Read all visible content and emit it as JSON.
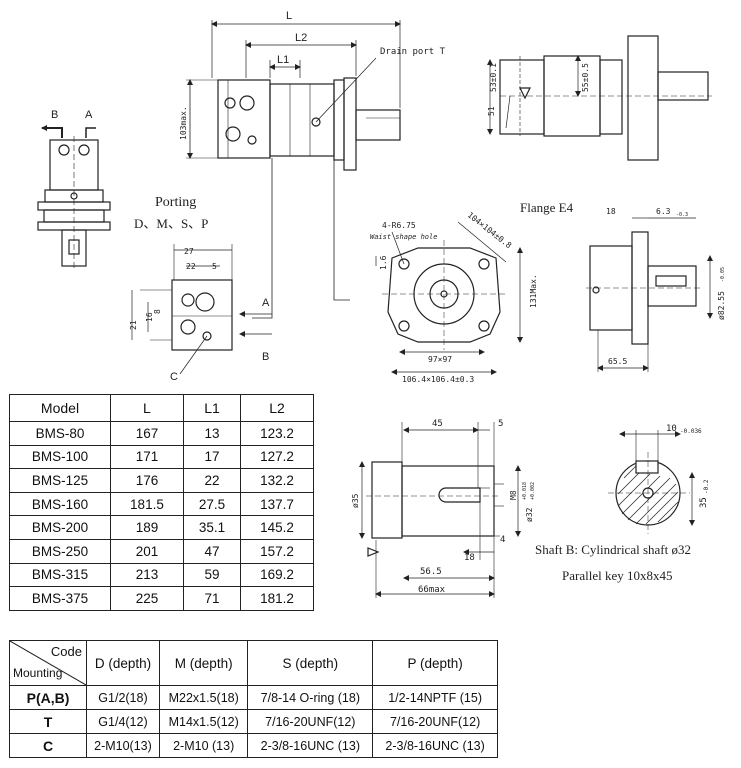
{
  "views": {
    "main": {
      "L": "L",
      "L1": "L1",
      "L2": "L2",
      "drain": "Drain port T",
      "dim103": "103max."
    },
    "side": {
      "dim51": "51",
      "dim53": "53±0.1",
      "dim55": "55±0.5"
    },
    "rotation": {
      "B": "B",
      "A": "A"
    },
    "porting": {
      "title": "Porting",
      "codes": "D、M、S、P",
      "d27": "27",
      "d22": "22",
      "d5": "5",
      "d21": "21",
      "d16": "16",
      "d8": "8",
      "A": "A",
      "B": "B",
      "C": "C"
    },
    "flange_front": {
      "holes": "4-R6.75",
      "holes_sub": "Waist shape hole",
      "d104": "104×104±0.8",
      "d16": "1.6",
      "d131": "131Max.",
      "d97": "97×97",
      "d106": "106.4×106.4±0.3"
    },
    "flange_side": {
      "title": "Flange  E4",
      "d18": "18",
      "d63": "6.3",
      "d63tol": "-0.3",
      "d8255": "ø82.55",
      "d8255tol": "-0.05",
      "d655": "65.5"
    },
    "shaft": {
      "d45": "45",
      "d5": "5",
      "d35": "ø35",
      "dm8": "M8",
      "d32": "ø32",
      "d32tol_up": "+0.018",
      "d32tol_dn": "+0.002",
      "d4": "4",
      "d18": "18",
      "d565": "56.5",
      "d66": "66max"
    },
    "keyway": {
      "d10": "10",
      "d10tol": "-0.036",
      "d35": "35",
      "d35tol": "-0.2"
    },
    "caption": {
      "line1": "Shaft B: Cylindrical shaft ø32",
      "line2": "Parallel key 10x8x45"
    }
  },
  "model_table": {
    "headers": [
      "Model",
      "L",
      "L1",
      "L2"
    ],
    "rows": [
      [
        "BMS-80",
        "167",
        "13",
        "123.2"
      ],
      [
        "BMS-100",
        "171",
        "17",
        "127.2"
      ],
      [
        "BMS-125",
        "176",
        "22",
        "132.2"
      ],
      [
        "BMS-160",
        "181.5",
        "27.5",
        "137.7"
      ],
      [
        "BMS-200",
        "189",
        "35.1",
        "145.2"
      ],
      [
        "BMS-250",
        "201",
        "47",
        "157.2"
      ],
      [
        "BMS-315",
        "213",
        "59",
        "169.2"
      ],
      [
        "BMS-375",
        "225",
        "71",
        "181.2"
      ]
    ]
  },
  "mount_table": {
    "corner_code": "Code",
    "corner_mounting": "Mounting",
    "headers": [
      "D (depth)",
      "M (depth)",
      "S (depth)",
      "P (depth)"
    ],
    "rows": [
      [
        "P(A,B)",
        "G1/2(18)",
        "M22x1.5(18)",
        "7/8-14 O-ring (18)",
        "1/2-14NPTF (15)"
      ],
      [
        "T",
        "G1/4(12)",
        "M14x1.5(12)",
        "7/16-20UNF(12)",
        "7/16-20UNF(12)"
      ],
      [
        "C",
        "2-M10(13)",
        "2-M10 (13)",
        "2-3/8-16UNC  (13)",
        "2-3/8-16UNC  (13)"
      ]
    ]
  }
}
